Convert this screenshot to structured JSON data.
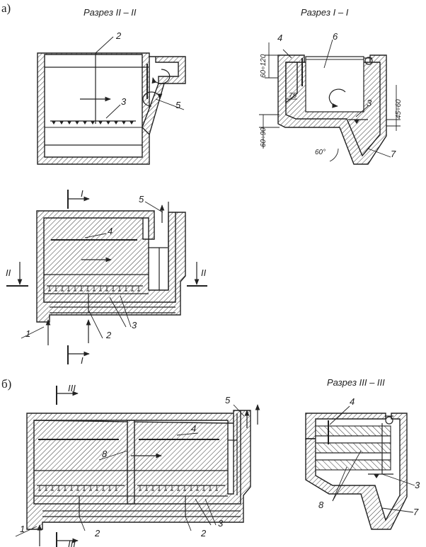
{
  "parts": {
    "a": "а)",
    "b": "б)"
  },
  "sections": {
    "s2": "Разрез II – II",
    "s1": "Разрез I – I",
    "s3": "Разрез III – III"
  },
  "cut_marks": {
    "I": "I",
    "II": "II",
    "III": "III"
  },
  "dimensions": {
    "d1": "60÷120",
    "d2": "75",
    "d3": "45÷60",
    "d4": "60÷90",
    "angle": "60°"
  },
  "labels": {
    "n1": "1",
    "n2": "2",
    "n3": "3",
    "n4": "4",
    "n5": "5",
    "n6": "6",
    "n7": "7",
    "n8": "8"
  }
}
